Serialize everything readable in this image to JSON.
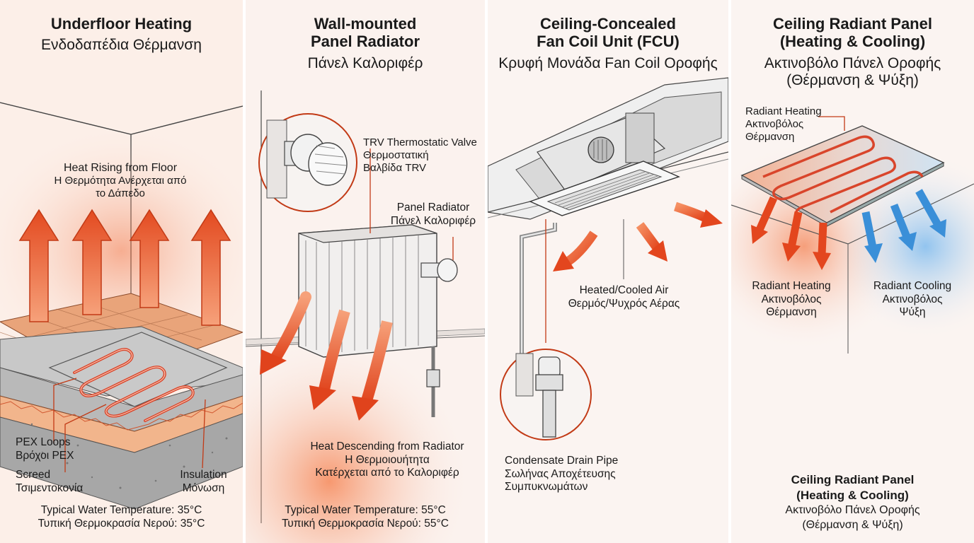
{
  "panels": [
    {
      "title_en": "Underfloor Heating",
      "title_gr": "Ενδοδαπέδια Θέρμανση",
      "heat_label_en": "Heat Rising from Floor",
      "heat_label_gr_1": "Η Θερμότητα Ανέρχεται από",
      "heat_label_gr_2": "το Δάπεδο",
      "pex_en": "PEX Loops",
      "pex_gr": "Βρόχοι PEX",
      "screed_en": "Screed",
      "screed_gr": "Τσιμεντοκονία",
      "insulation_en": "Insulation",
      "insulation_gr": "Μόνωση",
      "temp_en": "Typical Water Temperature: 35°C",
      "temp_gr": "Τυπική Θερμοκρασία Νερού: 35°C"
    },
    {
      "title_en_1": "Wall-mounted",
      "title_en_2": "Panel Radiator",
      "title_gr": "Πάνελ Καλοριφέρ",
      "trv_en": "TRV Thermostatic Valve",
      "trv_gr_1": "Θερμοστατική",
      "trv_gr_2": "Βαλβίδα TRV",
      "radiator_en": "Panel Radiator",
      "radiator_gr": "Πάνελ Καλοριφέρ",
      "heat_en": "Heat Descending from Radiator",
      "heat_gr_1": "Η Θερμοιουήτητα",
      "heat_gr_2": "Κατέρχεται από το Καλοριφέρ",
      "temp_en": "Typical Water Temperature: 55°C",
      "temp_gr": "Τυπική Θερμοκρασία Νερού: 55°C"
    },
    {
      "title_en_1": "Ceiling-Concealed",
      "title_en_2": "Fan Coil Unit (FCU)",
      "title_gr": "Κρυφή Μονάδα Fan Coil Οροφής",
      "air_en": "Heated/Cooled Air",
      "air_gr": "Θερμός/Ψυχρός Αέρας",
      "drain_en": "Condensate Drain Pipe",
      "drain_gr_1": "Σωλήνας Αποχέτευσης",
      "drain_gr_2": "Συμπυκνωμάτων"
    },
    {
      "title_en_1": "Ceiling Radiant Panel",
      "title_en_2": "(Heating & Cooling)",
      "title_gr_1": "Ακτινοβόλο Πάνελ Οροφής",
      "title_gr_2": "(Θέρμανση & Ψύξη)",
      "rh_top_en": "Radiant Heating",
      "rh_top_gr_1": "Ακτινοβόλος",
      "rh_top_gr_2": "Θέρμανση",
      "rh_en": "Radiant Heating",
      "rh_gr_1": "Ακτινοβόλος",
      "rh_gr_2": "Θέρμανση",
      "rc_en": "Radiant Cooling",
      "rc_gr_1": "Ακτινοβόλος",
      "rc_gr_2": "Ψύξη",
      "sum_en_1": "Ceiling Radiant Panel",
      "sum_en_2": "(Heating & Cooling)",
      "sum_gr_1": "Ακτινοβόλο Πάνελ Οροφής",
      "sum_gr_2": "(Θέρμανση & Ψύξη)"
    }
  ],
  "colors": {
    "heat_arrow": "#ea5a2c",
    "cool_arrow": "#3a8fd8",
    "pipe": "#d9452b",
    "outline": "#3a3a3a"
  }
}
